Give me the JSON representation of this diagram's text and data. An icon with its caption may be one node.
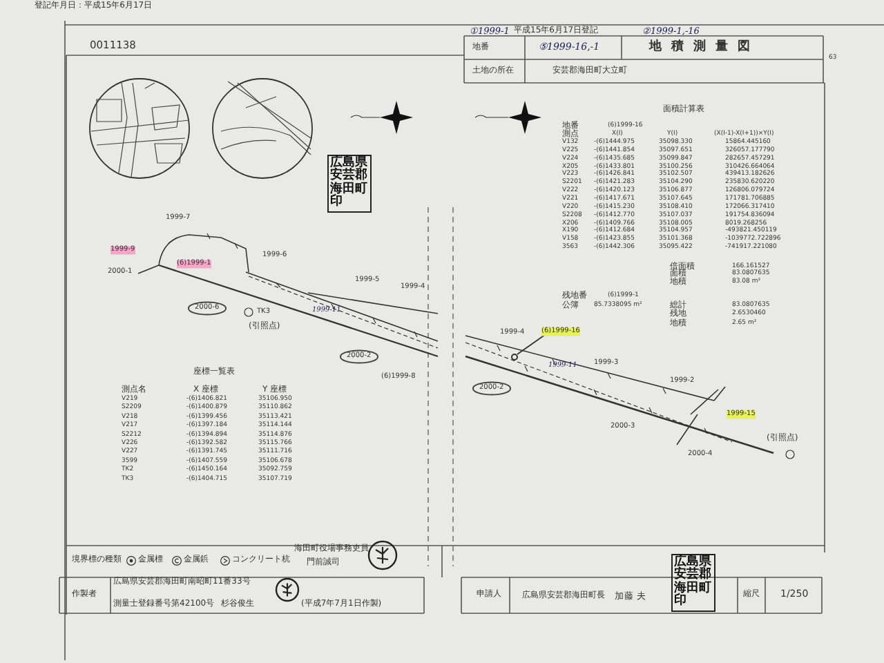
{
  "diagram": {
    "title": "地積測量図",
    "nodes": [
      {
        "text": [
          "(6)1999-16"
        ]
      },
      {
        "text": [],
        "shape": "circle"
      }
    ],
    "edges": [
      {
        "from": 0,
        "to": 1,
        "arrow": "none"
      }
    ],
    "labels": [
      "登記年月日：平成15年6月17日",
      "0011138",
      "①1999-1",
      "平成15年6月17日登記",
      "②1999-1,-16",
      "地番",
      "⑤1999-16,-1",
      "土地の所在",
      "安芸郡海田町大立町",
      "63",
      "1999-7",
      "1999-9",
      "1999-6",
      "2000-1",
      "(6)1999-1",
      "2000-6",
      "1999-5",
      "1999-11",
      "1999-4",
      "TK3",
      "(引照点)",
      "2000-2",
      "(6)1999-8",
      "座標一覧表",
      "測点名",
      "X 座標",
      "Y 座標",
      "V219",
      "-(6)1406.821",
      "35106.950",
      "S2209",
      "-(6)1400.879",
      "35110.862",
      "V218",
      "-(6)1399.456",
      "35113.421",
      "V217",
      "-(6)1397.184",
      "35114.144",
      "S2212",
      "-(6)1394.894",
      "35114.876",
      "V226",
      "-(6)1392.582",
      "35115.766",
      "V227",
      "-(6)1391.745",
      "35111.716",
      "3599",
      "-(6)1407.559",
      "35106.678",
      "TK2",
      "-(6)1450.164",
      "35092.759",
      "TK3",
      "-(6)1404.715",
      "35107.719",
      "面積計算表",
      "地番",
      "(6)1999-16",
      "測点",
      "X(I)",
      "Y(I)",
      "(X(I-1)-X(I+1))×Y(I)",
      "V132",
      "-(6)1444.975",
      "35098.330",
      "15864.445160",
      "V225",
      "-(6)1441.854",
      "35097.651",
      "326057.177790",
      "V224",
      "-(6)1435.685",
      "35099.847",
      "282657.457291",
      "X205",
      "-(6)1433.801",
      "35100.256",
      "310426.664064",
      "V223",
      "-(6)1426.841",
      "35102.507",
      "439413.182626",
      "S2201",
      "-(6)1421.283",
      "35104.290",
      "235830.620220",
      "V222",
      "-(6)1420.123",
      "35106.877",
      "126806.079724",
      "V221",
      "-(6)1417.671",
      "35107.645",
      "171781.706885",
      "V220",
      "-(6)1415.230",
      "35108.410",
      "172066.317410",
      "S2208",
      "-(6)1412.770",
      "35107.037",
      "191754.836094",
      "X206",
      "-(6)1409.766",
      "35108.005",
      "8019.268256",
      "X190",
      "-(6)1412.684",
      "35104.957",
      "-493821.450119",
      "V158",
      "-(6)1423.855",
      "35101.368",
      "-1039772.722896",
      "3563",
      "-(6)1442.306",
      "35095.422",
      "-741917.221080",
      "倍面積",
      "166.161527",
      "面積",
      "83.0807635",
      "地積",
      "83.08 m²",
      "残地番",
      "(6)1999-1",
      "公簿",
      "85.7338095 m²",
      "総計",
      "83.0807635",
      "残地",
      "2.6530460",
      "地積",
      "2.65 m²",
      "1999-4",
      "1999-11",
      "1999-3",
      "2000-2",
      "1999-2",
      "1999-15",
      "2000-3",
      "2000-4",
      "(引照点)",
      "境界標の種類",
      "海田町役場事務吏員",
      "門前誠司",
      "作製者",
      "広島県安芸郡海田町南昭町11番33号",
      "測量士登録番号第42100号",
      "杉谷俊生",
      "(平成7年7月1日作製)",
      "申請人",
      "広島県安芸郡海田町長",
      "加藤 夫",
      "縮尺",
      "1/250",
      "広島県安芸郡海田町印",
      "広島県安芸郡海田町印"
    ],
    "legend": [
      {
        "text": "金属標"
      },
      {
        "text": "金属鋲"
      },
      {
        "text": "コンクリート杭"
      }
    ]
  }
}
